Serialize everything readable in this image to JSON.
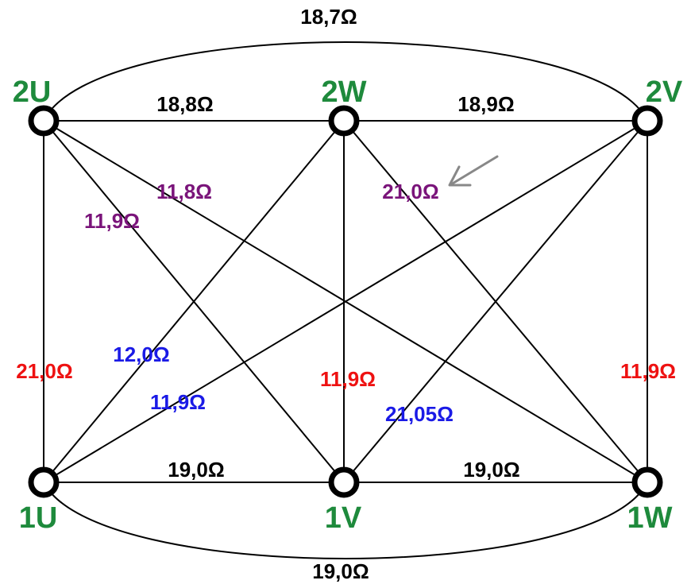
{
  "colors": {
    "node_label": "#1e8a3c",
    "black": "#000000",
    "purple": "#7a147a",
    "blue": "#1a1ae6",
    "red": "#ee1111",
    "arrow": "#888888"
  },
  "nodes": {
    "u2": "2U",
    "w2": "2W",
    "v2": "2V",
    "u1": "1U",
    "v1": "1V",
    "w1": "1W"
  },
  "resistances": {
    "u2_v2_arc": "18,7Ω",
    "u2_w2": "18,8Ω",
    "w2_v2": "18,9Ω",
    "u2_w1": "11,8Ω",
    "u2_v1": "11,9Ω",
    "w2_w1": "21,0Ω",
    "u1_u2": "21,0Ω",
    "u1_w2": "12,0Ω",
    "u1_v2": "11,9Ω",
    "v1_w2": "11,9Ω",
    "v1_v2": "21,05Ω",
    "w1_v2": "11,9Ω",
    "u1_v1": "19,0Ω",
    "v1_w1": "19,0Ω",
    "u1_w1_arc": "19,0Ω"
  },
  "annotation": {
    "arrow": "arrow-pointing-to-label"
  }
}
